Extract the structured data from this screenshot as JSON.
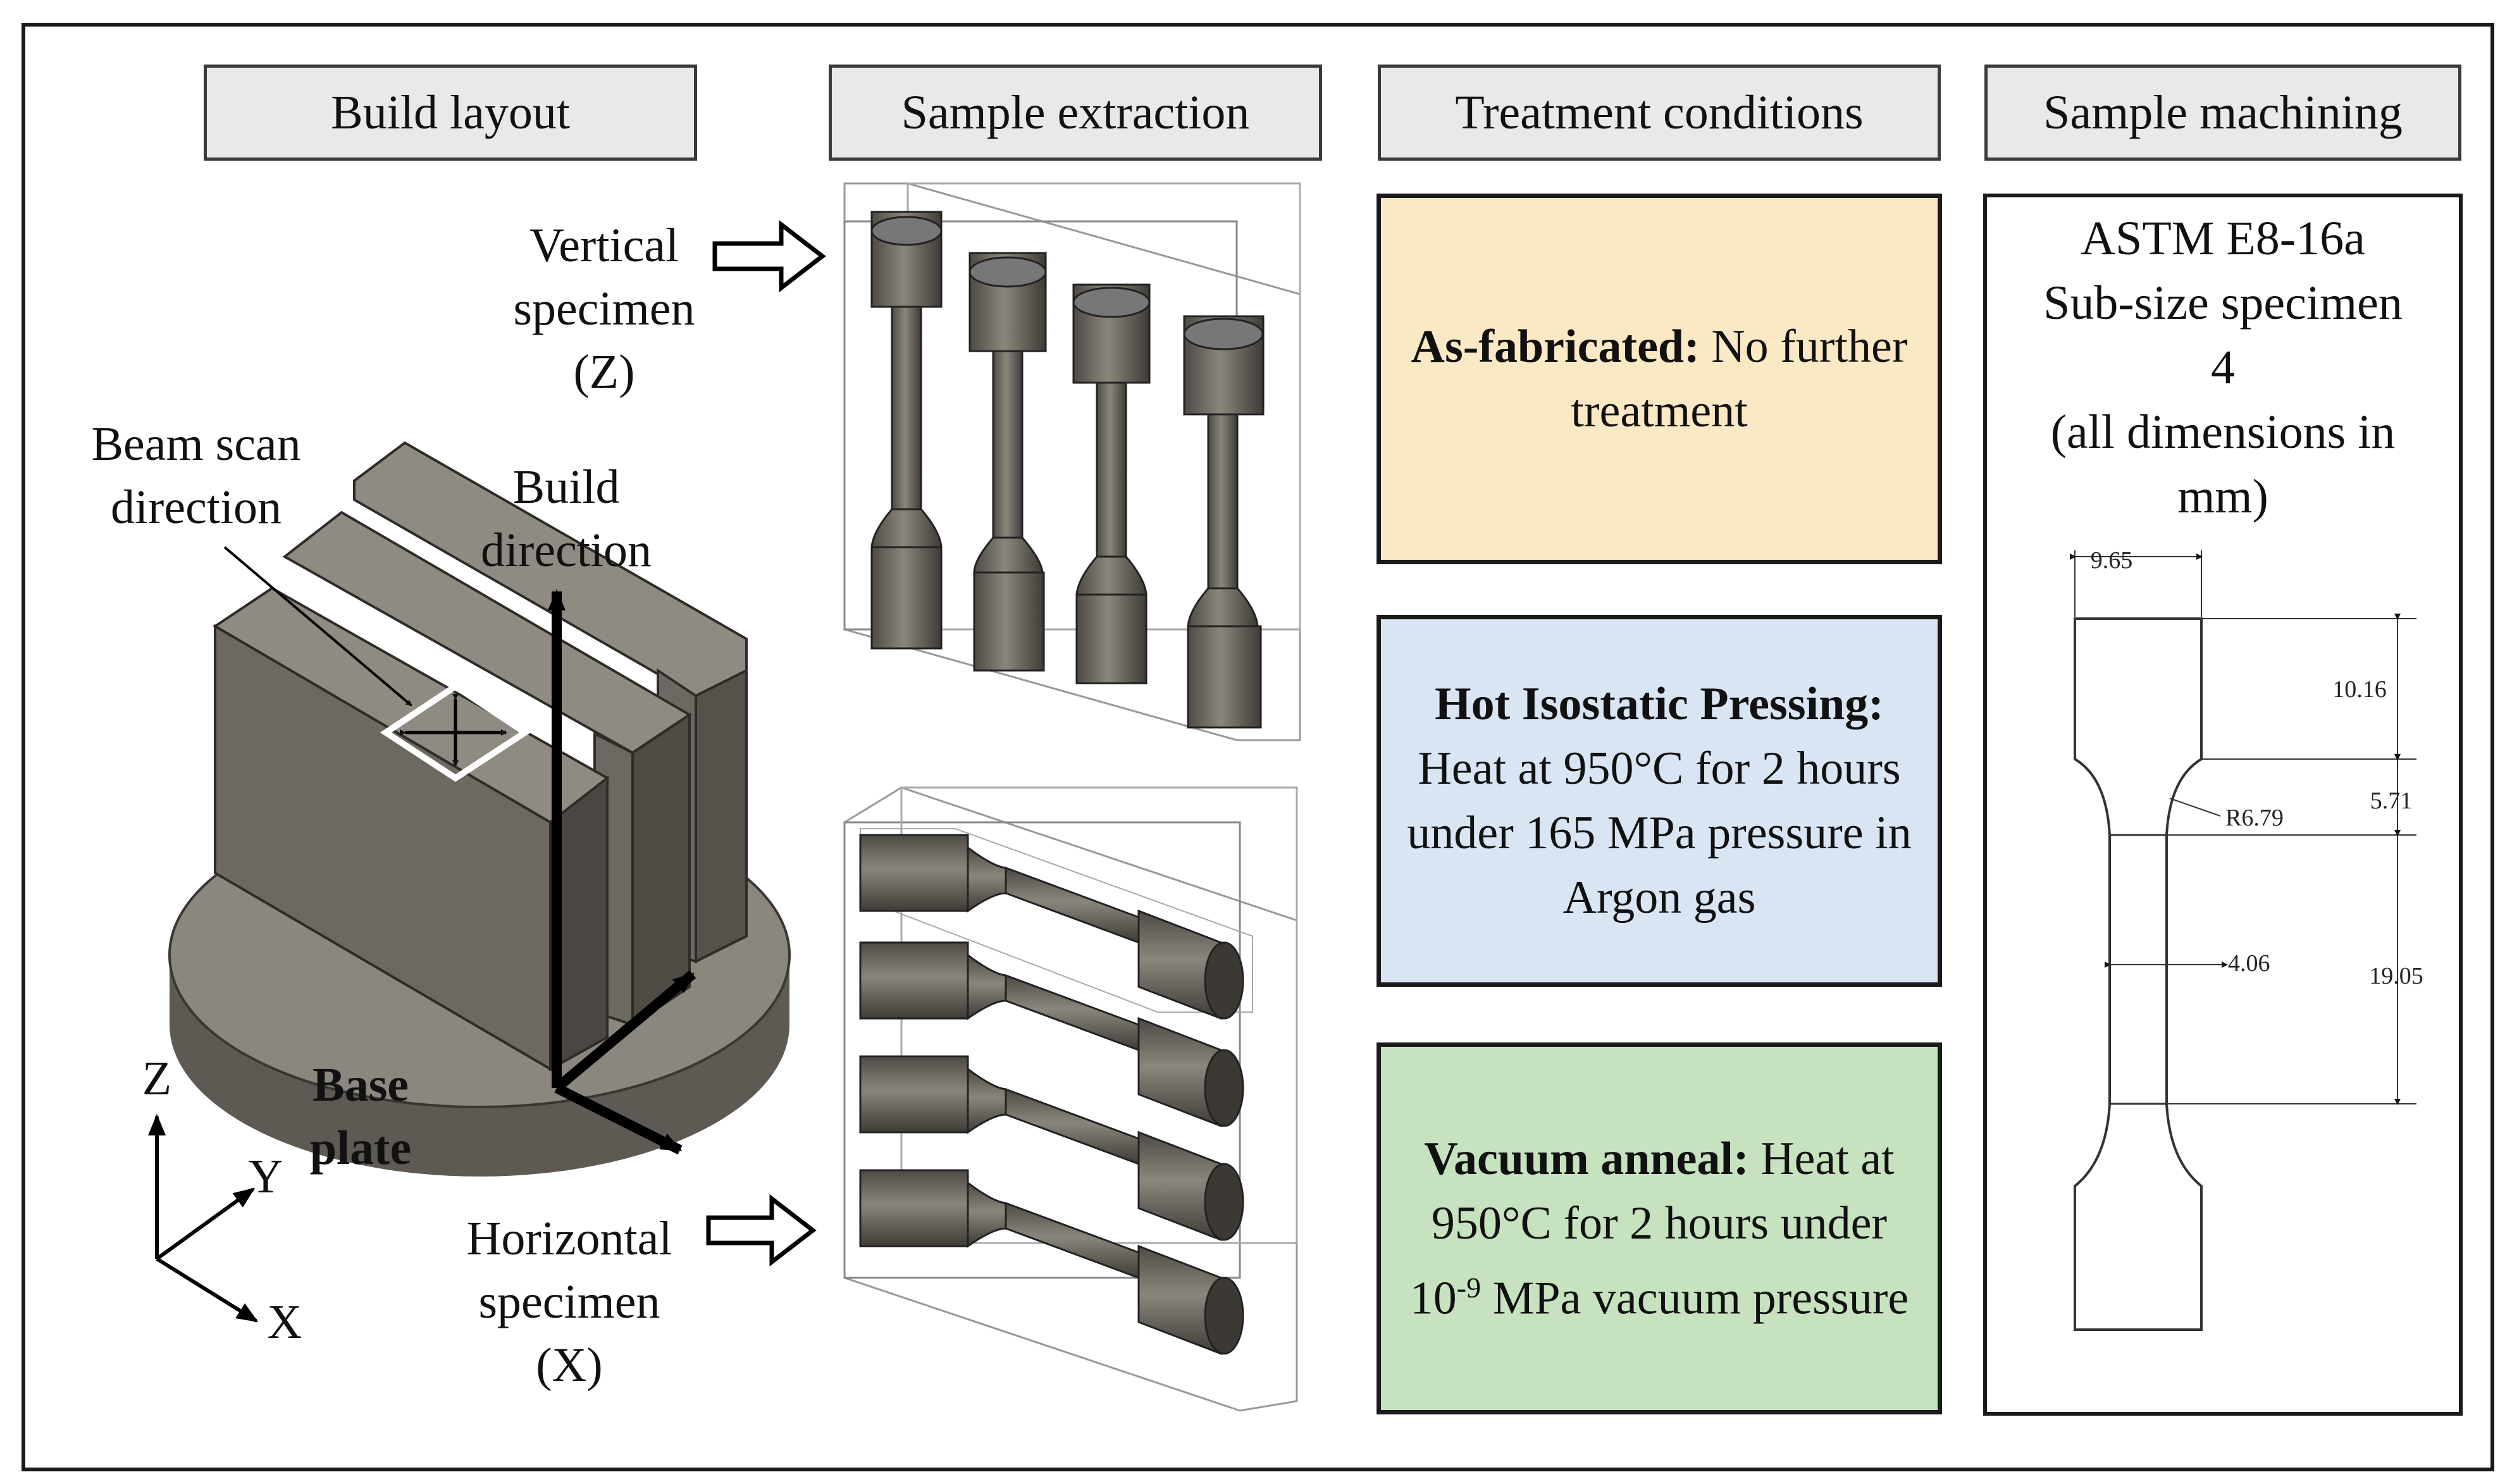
{
  "headers": {
    "build_layout": "Build layout",
    "sample_extraction": "Sample extraction",
    "treatment_conditions": "Treatment conditions",
    "sample_machining": "Sample machining"
  },
  "build": {
    "vertical_line1": "Vertical",
    "vertical_line2": "specimen",
    "vertical_line3": "(Z)",
    "beam_line1": "Beam scan",
    "beam_line2": "direction",
    "build_line1": "Build",
    "build_line2": "direction",
    "base_line1": "Base",
    "base_line2": "plate",
    "horizontal_line1": "Horizontal",
    "horizontal_line2": "specimen",
    "horizontal_line3": "(X)",
    "axis_z": "Z",
    "axis_y": "Y",
    "axis_x": "X"
  },
  "treatments": {
    "as_fab_bold": "As-fabricated:",
    "as_fab_text": " No further treatment",
    "hip_bold": "Hot Isostatic Pressing:",
    "hip_text": " Heat at 950°C for 2 hours under 165 MPa pressure in Argon gas",
    "vac_bold": "Vacuum anneal:",
    "vac_text1": " Heat at 950°C for 2 hours under 10",
    "vac_sup": "-9",
    "vac_text2": " MPa vacuum pressure"
  },
  "machining": {
    "line1": "ASTM E8-16a",
    "line2": "Sub-size specimen",
    "line3": "4",
    "line4": "(all dimensions in",
    "line5": "mm)",
    "dims": {
      "width_grip": "9.65",
      "grip_length": "10.16",
      "radius": "R6.79",
      "transition": "5.71",
      "gauge_width": "4.06",
      "gauge_length": "19.05"
    }
  },
  "colors": {
    "as_fab_bg": "#fbe8c4",
    "hip_bg": "#dae5f4",
    "vac_bg": "#c6e2bf",
    "header_bg": "#e9e9e9",
    "metal": "#6f6a62"
  }
}
